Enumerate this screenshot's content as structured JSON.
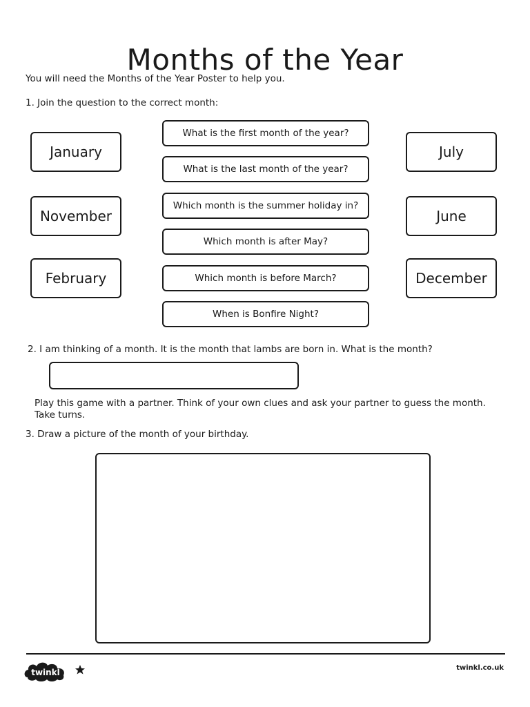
{
  "title": "Months of the Year",
  "intro": "You will need the Months of the Year Poster to help you.",
  "q1": {
    "prompt": "1. Join the question to the correct month:",
    "left_months": [
      "January",
      "November",
      "February"
    ],
    "right_months": [
      "July",
      "June",
      "December"
    ],
    "questions": [
      "What is the first month of the year?",
      "What is the last month of the year?",
      "Which month is the summer holiday in?",
      "Which month is after May?",
      "Which month is before March?",
      "When is Bonfire Night?"
    ]
  },
  "q2": {
    "prompt": "2. I am thinking of a month. It is the month that lambs are born in. What is the month?",
    "game_line1": "Play this game with a partner. Think of your own clues and ask your partner to guess the month.",
    "game_line2": "Take turns."
  },
  "q3": {
    "prompt": "3. Draw a picture of the month of your birthday."
  },
  "footer": {
    "logo_text": "twinkl",
    "site": "twinkl.co.uk",
    "logo_color": "#1a1a1a"
  }
}
